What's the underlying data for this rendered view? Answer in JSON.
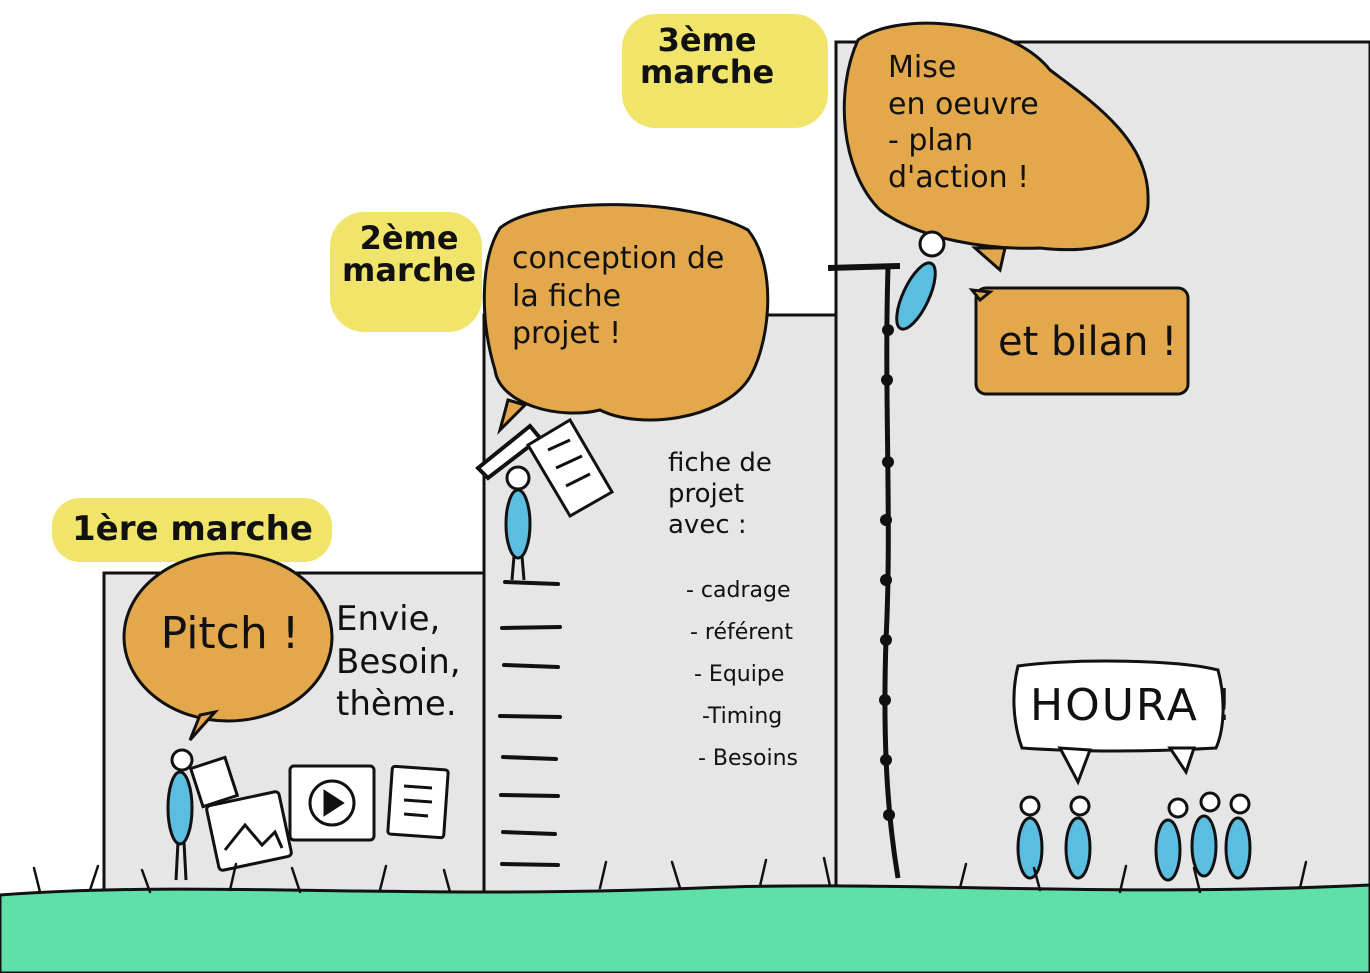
{
  "colors": {
    "wall": "#e6e6e6",
    "grass": "#5fe0a8",
    "bubble": "#e3a84c",
    "highlight": "#f0e46a",
    "figure": "#5bbde0",
    "ink": "#111111"
  },
  "step1": {
    "label": "1ère marche",
    "bubble": "Pitch !",
    "note": "Envie,\nBesoin,\nthème."
  },
  "step2": {
    "label": "2ème\nmarche",
    "bubble": "conception de\nla fiche\nprojet !",
    "note_title": "fiche de\nprojet\navec :",
    "note_items": [
      "- cadrage",
      "- référent",
      "- Equipe",
      "-Timing",
      "- Besoins"
    ]
  },
  "step3": {
    "label": "3ème\nmarche",
    "bubble": "Mise\nen oeuvre\n- plan\nd'action !",
    "bubble2": "et bilan !"
  },
  "celebration": {
    "text": "HOURA !"
  },
  "icons": [
    "picture-icon",
    "play-icon",
    "document-icon",
    "book-icon",
    "pen-icon",
    "paper-icon"
  ]
}
